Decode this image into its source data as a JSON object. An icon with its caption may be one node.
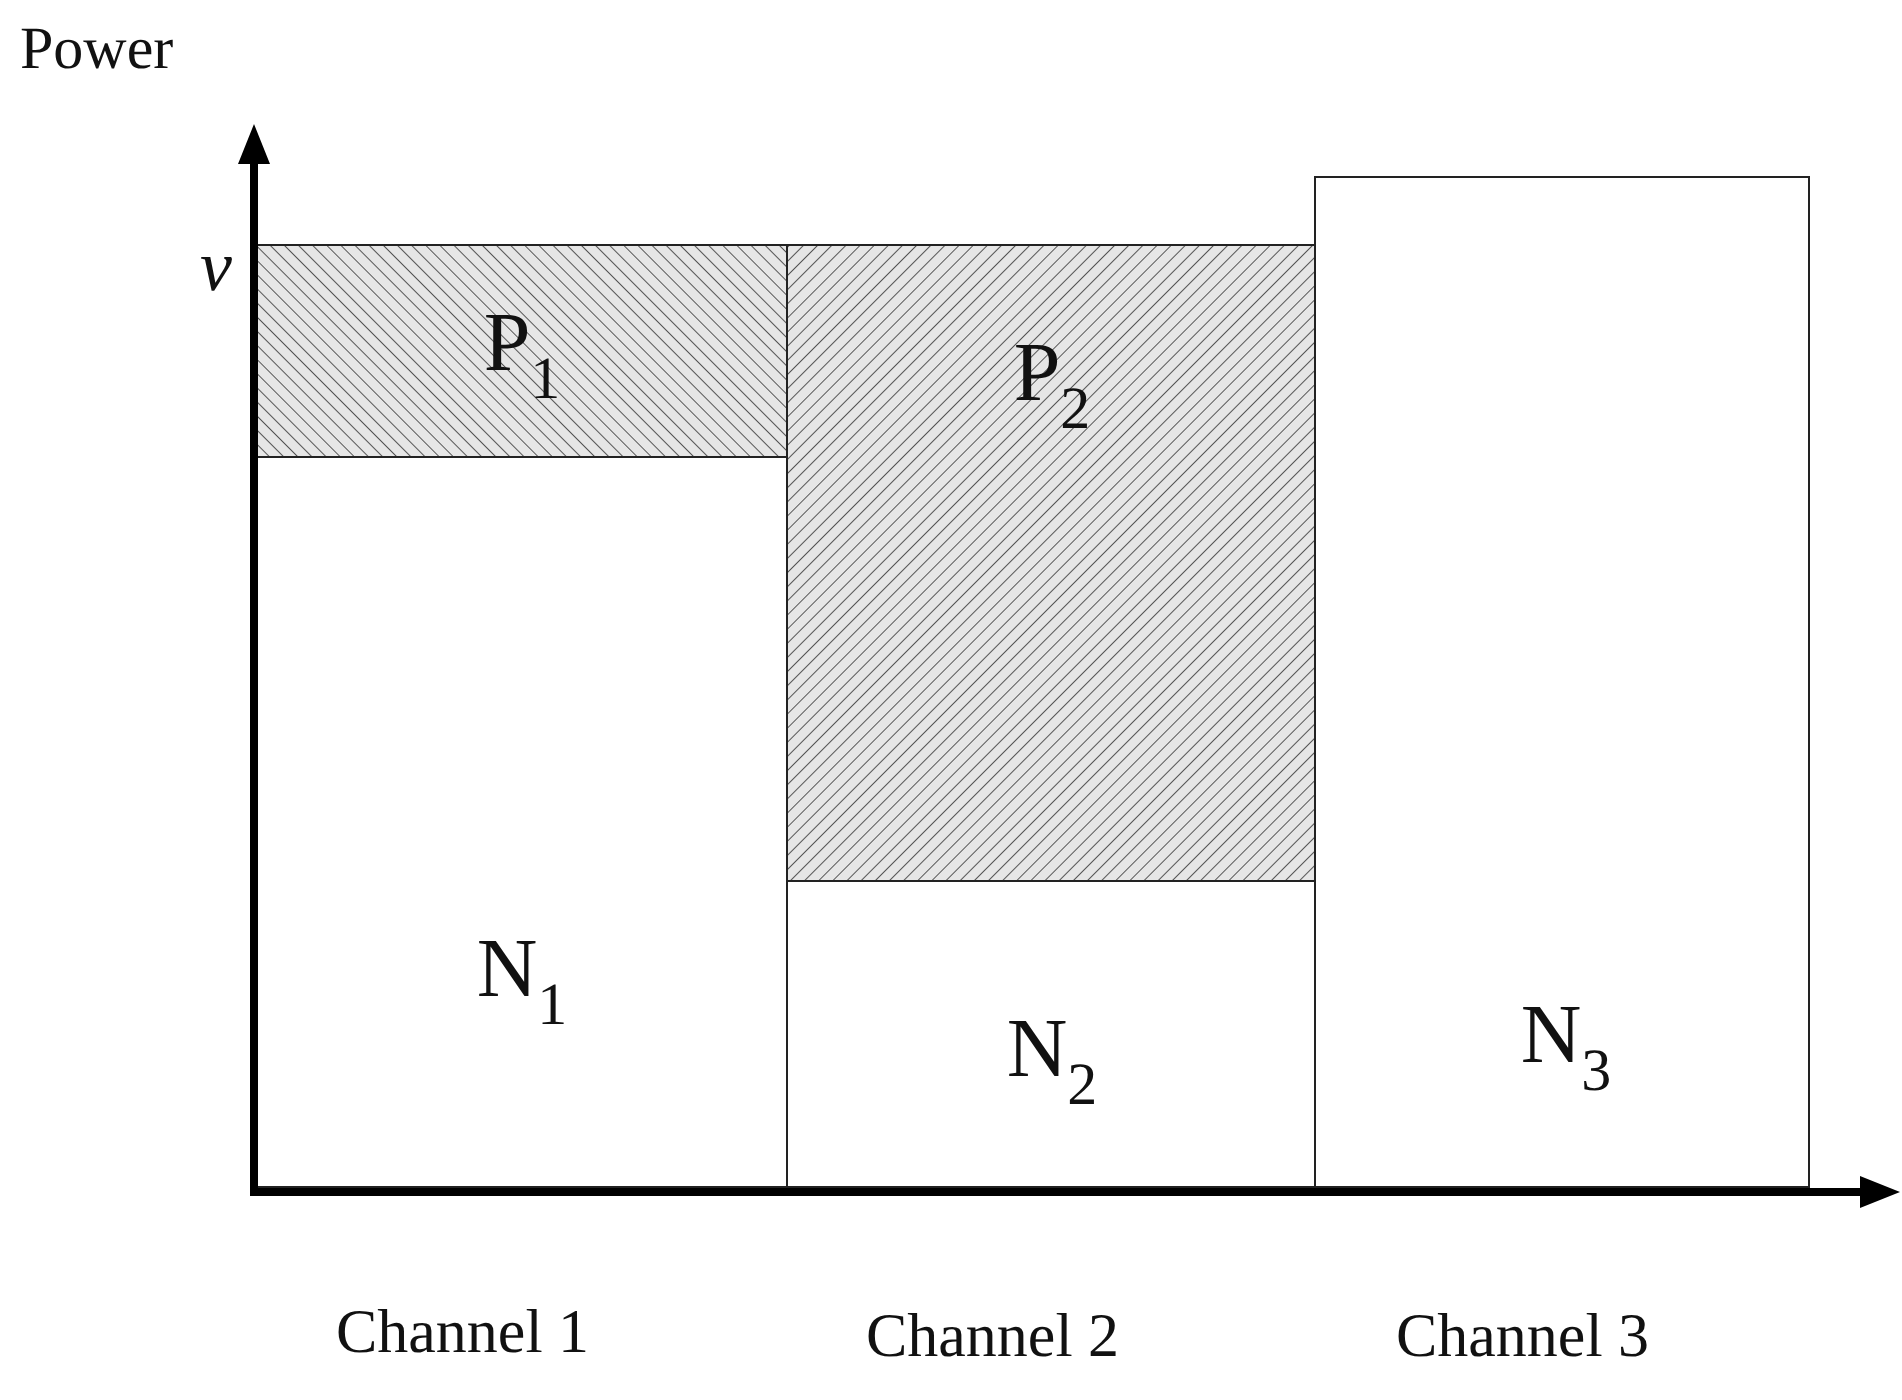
{
  "diagram": {
    "nodes": [
      {
        "text": [
          "P$_{1}$"
        ]
      },
      {
        "text": [
          "P$_{2}$"
        ]
      },
      {
        "text": [
          "N$_{3}$"
        ]
      },
      {
        "text": [
          "N$_{1}$"
        ]
      },
      {
        "text": [
          "N$_{2}$"
        ]
      }
    ],
    "labels": [
      "Power",
      "v",
      "Channel 1",
      "Channel 2",
      "Channel 3"
    ]
  }
}
